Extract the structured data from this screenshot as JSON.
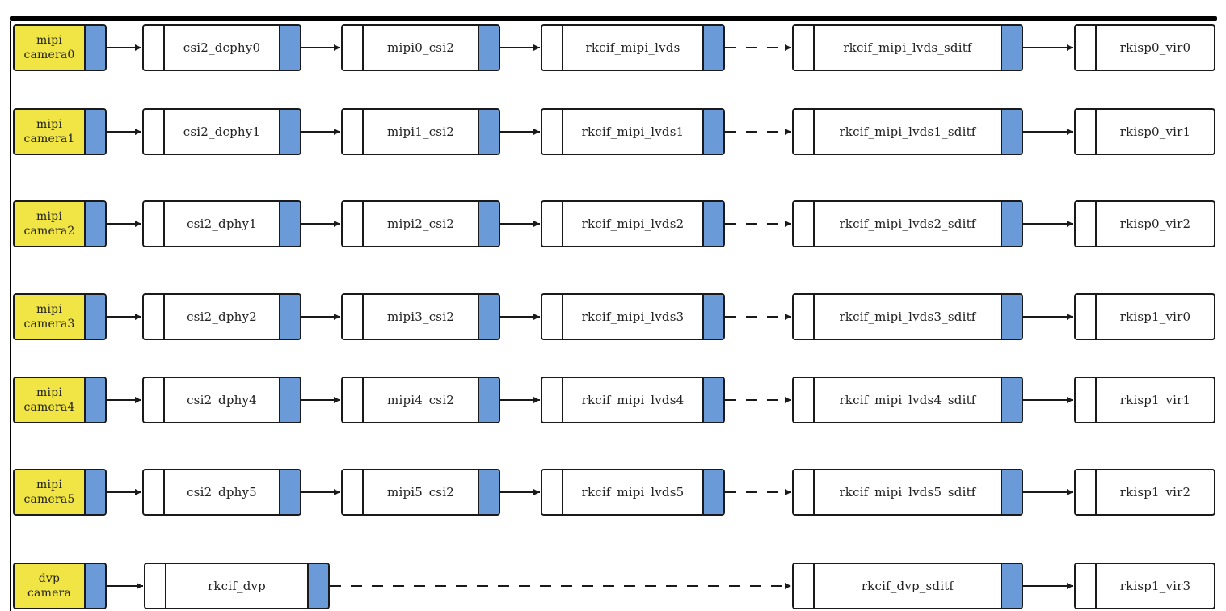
{
  "colors": {
    "camera_fill": "#f0e544",
    "port_fill": "#6a9bd8",
    "stroke": "#1a1a1a"
  },
  "rows": [
    {
      "camera": [
        "mipi",
        "camera0"
      ],
      "dphy": "csi2_dcphy0",
      "csi2": "mipi0_csi2",
      "lvds": "rkcif_mipi_lvds",
      "sditf": "rkcif_mipi_lvds_sditf",
      "isp": "rkisp0_vir0"
    },
    {
      "camera": [
        "mipi",
        "camera1"
      ],
      "dphy": "csi2_dcphy1",
      "csi2": "mipi1_csi2",
      "lvds": "rkcif_mipi_lvds1",
      "sditf": "rkcif_mipi_lvds1_sditf",
      "isp": "rkisp0_vir1"
    },
    {
      "camera": [
        "mipi",
        "camera2"
      ],
      "dphy": "csi2_dphy1",
      "csi2": "mipi2_csi2",
      "lvds": "rkcif_mipi_lvds2",
      "sditf": "rkcif_mipi_lvds2_sditf",
      "isp": "rkisp0_vir2"
    },
    {
      "camera": [
        "mipi",
        "camera3"
      ],
      "dphy": "csi2_dphy2",
      "csi2": "mipi3_csi2",
      "lvds": "rkcif_mipi_lvds3",
      "sditf": "rkcif_mipi_lvds3_sditf",
      "isp": "rkisp1_vir0"
    },
    {
      "camera": [
        "mipi",
        "camera4"
      ],
      "dphy": "csi2_dphy4",
      "csi2": "mipi4_csi2",
      "lvds": "rkcif_mipi_lvds4",
      "sditf": "rkcif_mipi_lvds4_sditf",
      "isp": "rkisp1_vir1"
    },
    {
      "camera": [
        "mipi",
        "camera5"
      ],
      "dphy": "csi2_dphy5",
      "csi2": "mipi5_csi2",
      "lvds": "rkcif_mipi_lvds5",
      "sditf": "rkcif_mipi_lvds5_sditf",
      "isp": "rkisp1_vir2"
    }
  ],
  "dvp_row": {
    "camera": [
      "dvp",
      "camera"
    ],
    "dvp": "rkcif_dvp",
    "sditf": "rkcif_dvp_sditf",
    "isp": "rkisp1_vir3"
  }
}
